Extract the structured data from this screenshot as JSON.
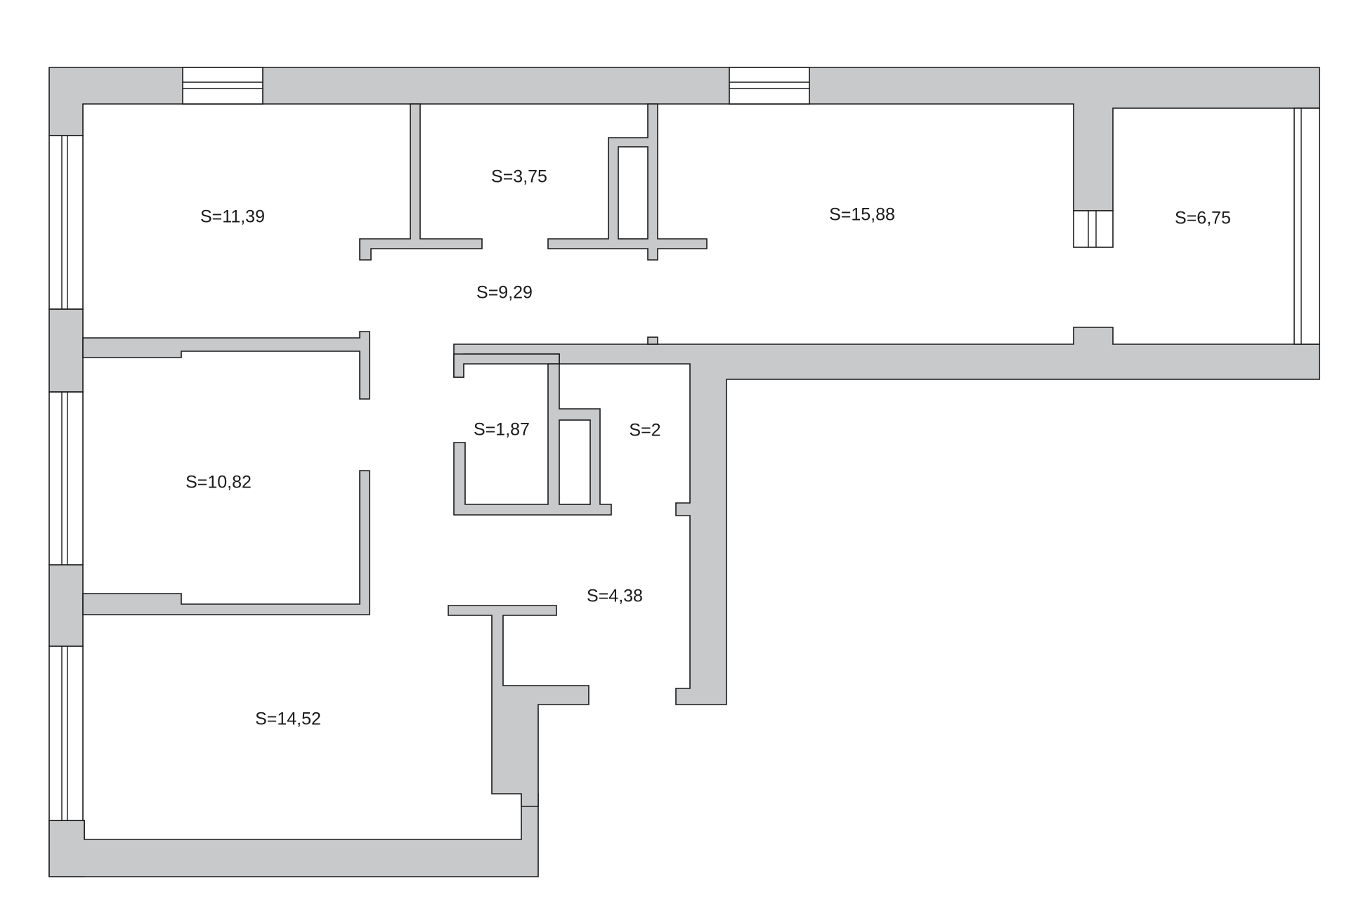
{
  "floor_plan": {
    "colors": {
      "wall_fill": "#c8c9ca",
      "line": "#1a1a1a",
      "background": "#ffffff"
    },
    "rooms": [
      {
        "id": "room-1",
        "label": "S=11,39"
      },
      {
        "id": "room-2",
        "label": "S=3,75"
      },
      {
        "id": "room-3",
        "label": "S=15,88"
      },
      {
        "id": "room-4",
        "label": "S=6,75"
      },
      {
        "id": "room-5",
        "label": "S=9,29"
      },
      {
        "id": "room-6",
        "label": "S=1,87"
      },
      {
        "id": "room-7",
        "label": "S=2"
      },
      {
        "id": "room-8",
        "label": "S=10,82"
      },
      {
        "id": "room-9",
        "label": "S=4,38"
      },
      {
        "id": "room-10",
        "label": "S=14,52"
      }
    ]
  }
}
